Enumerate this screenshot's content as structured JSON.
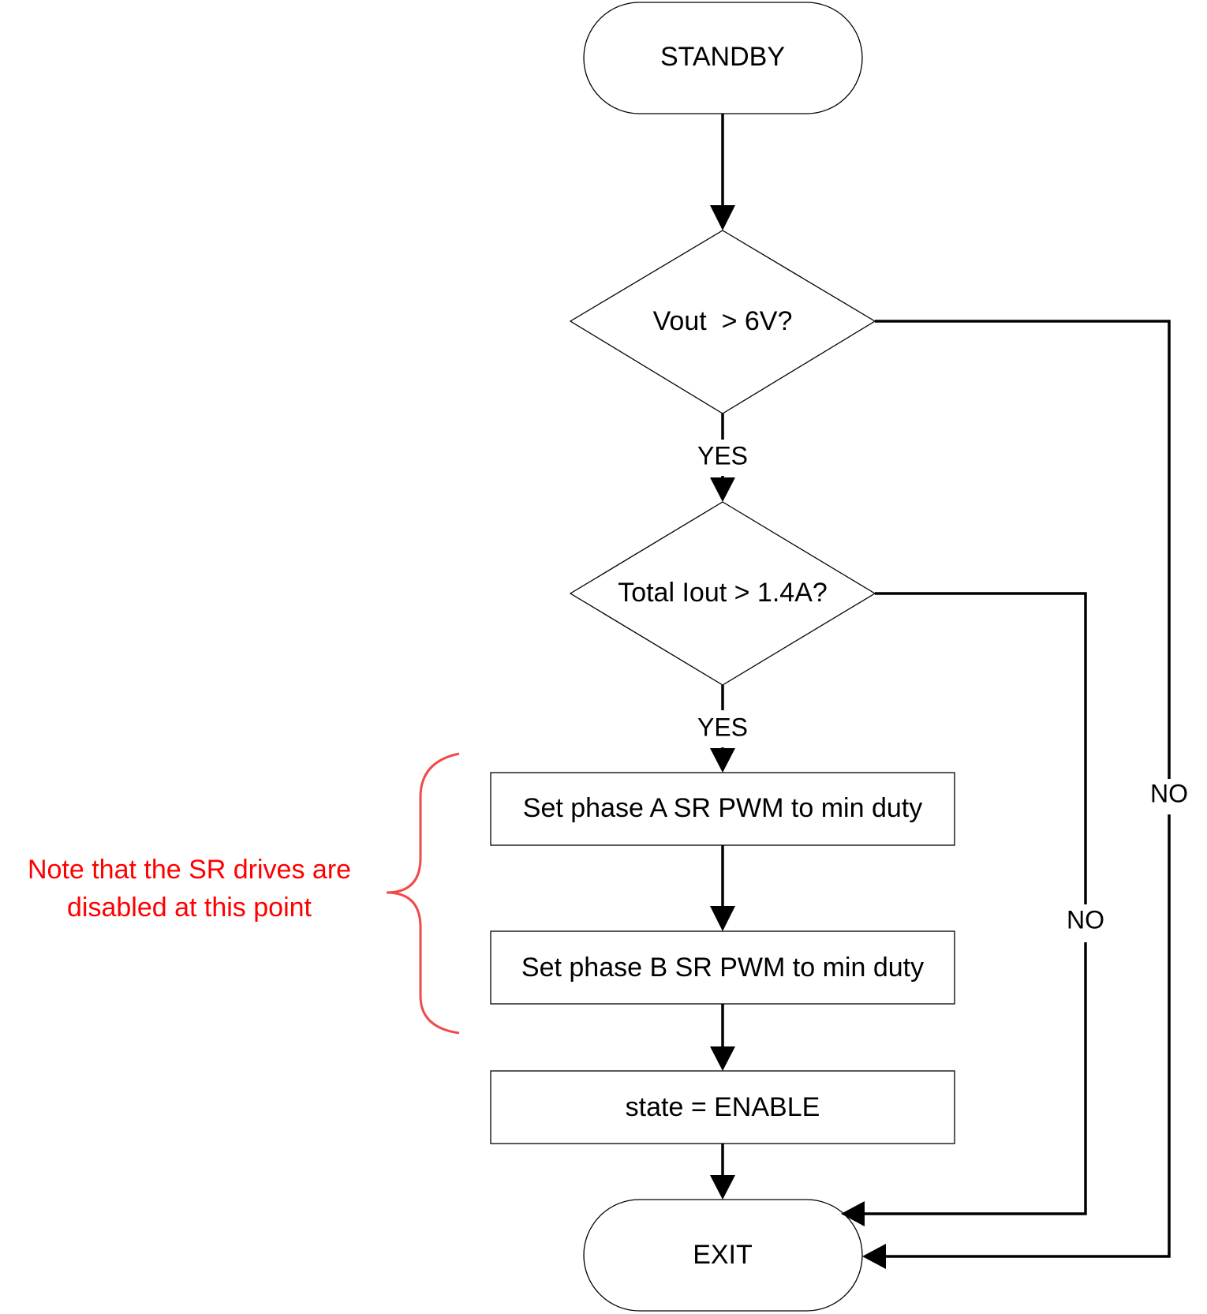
{
  "nodes": {
    "start": "STANDBY",
    "decision_vout": "Vout  > 6V?",
    "decision_iout": "Total Iout > 1.4A?",
    "step_phase_a": "Set phase A SR PWM to min duty",
    "step_phase_b": "Set phase B SR PWM to min duty",
    "step_state": "state = ENABLE",
    "end": "EXIT"
  },
  "edges": {
    "vout_yes": "YES",
    "iout_yes": "YES",
    "vout_no": "NO",
    "iout_no": "NO"
  },
  "annotation": {
    "line1": "Note that the SR drives are",
    "line2": "disabled at this point"
  },
  "colors": {
    "annotation": "#ff0000",
    "brace": "#f04a4a"
  }
}
